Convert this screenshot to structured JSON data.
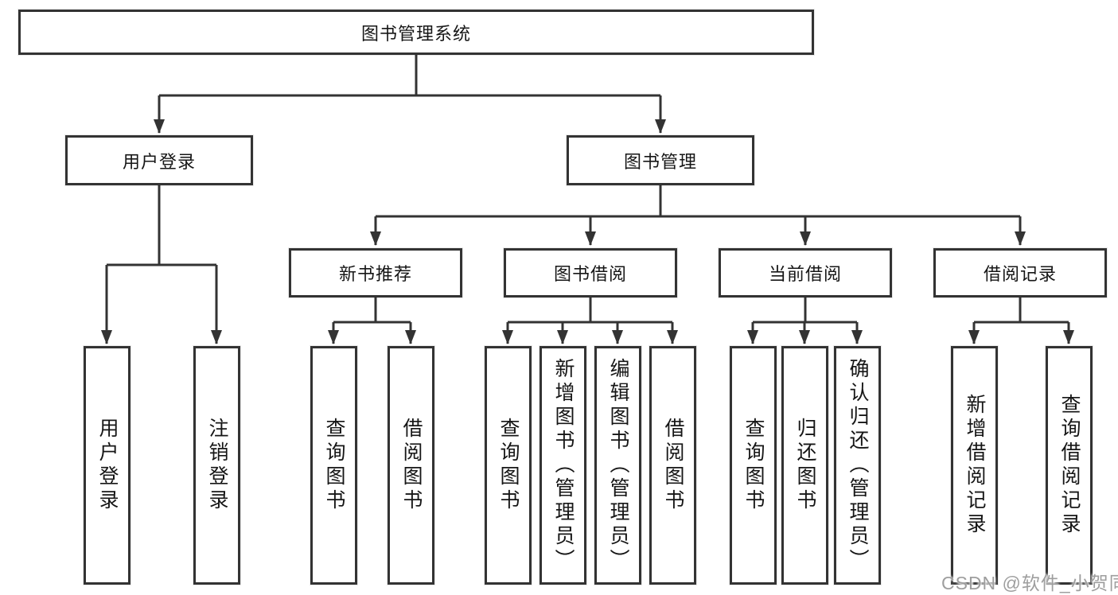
{
  "diagram": {
    "root": {
      "label": "图书管理系统"
    },
    "branches": [
      {
        "label": "用户登录",
        "children": [
          {
            "label": "用户登录"
          },
          {
            "label": "注销登录"
          }
        ]
      },
      {
        "label": "图书管理",
        "children": [
          {
            "label": "新书推荐",
            "children": [
              {
                "label": "查询图书"
              },
              {
                "label": "借阅图书"
              }
            ]
          },
          {
            "label": "图书借阅",
            "children": [
              {
                "label": "查询图书"
              },
              {
                "label": "新增图书（管理员）"
              },
              {
                "label": "编辑图书（管理员）"
              },
              {
                "label": "借阅图书"
              }
            ]
          },
          {
            "label": "当前借阅",
            "children": [
              {
                "label": "查询图书"
              },
              {
                "label": "归还图书"
              },
              {
                "label": "确认归还（管理员）"
              }
            ]
          },
          {
            "label": "借阅记录",
            "children": [
              {
                "label": "新增借阅记录"
              },
              {
                "label": "查询借阅记录"
              }
            ]
          }
        ]
      }
    ]
  },
  "watermark": {
    "text": "CSDN @软件_小贺同学"
  },
  "colors": {
    "line": "#333333",
    "box_border": "#333333",
    "box_fill": "#ffffff",
    "text": "#161616",
    "watermark": "#9e9e9e",
    "background": "#ffffff"
  }
}
